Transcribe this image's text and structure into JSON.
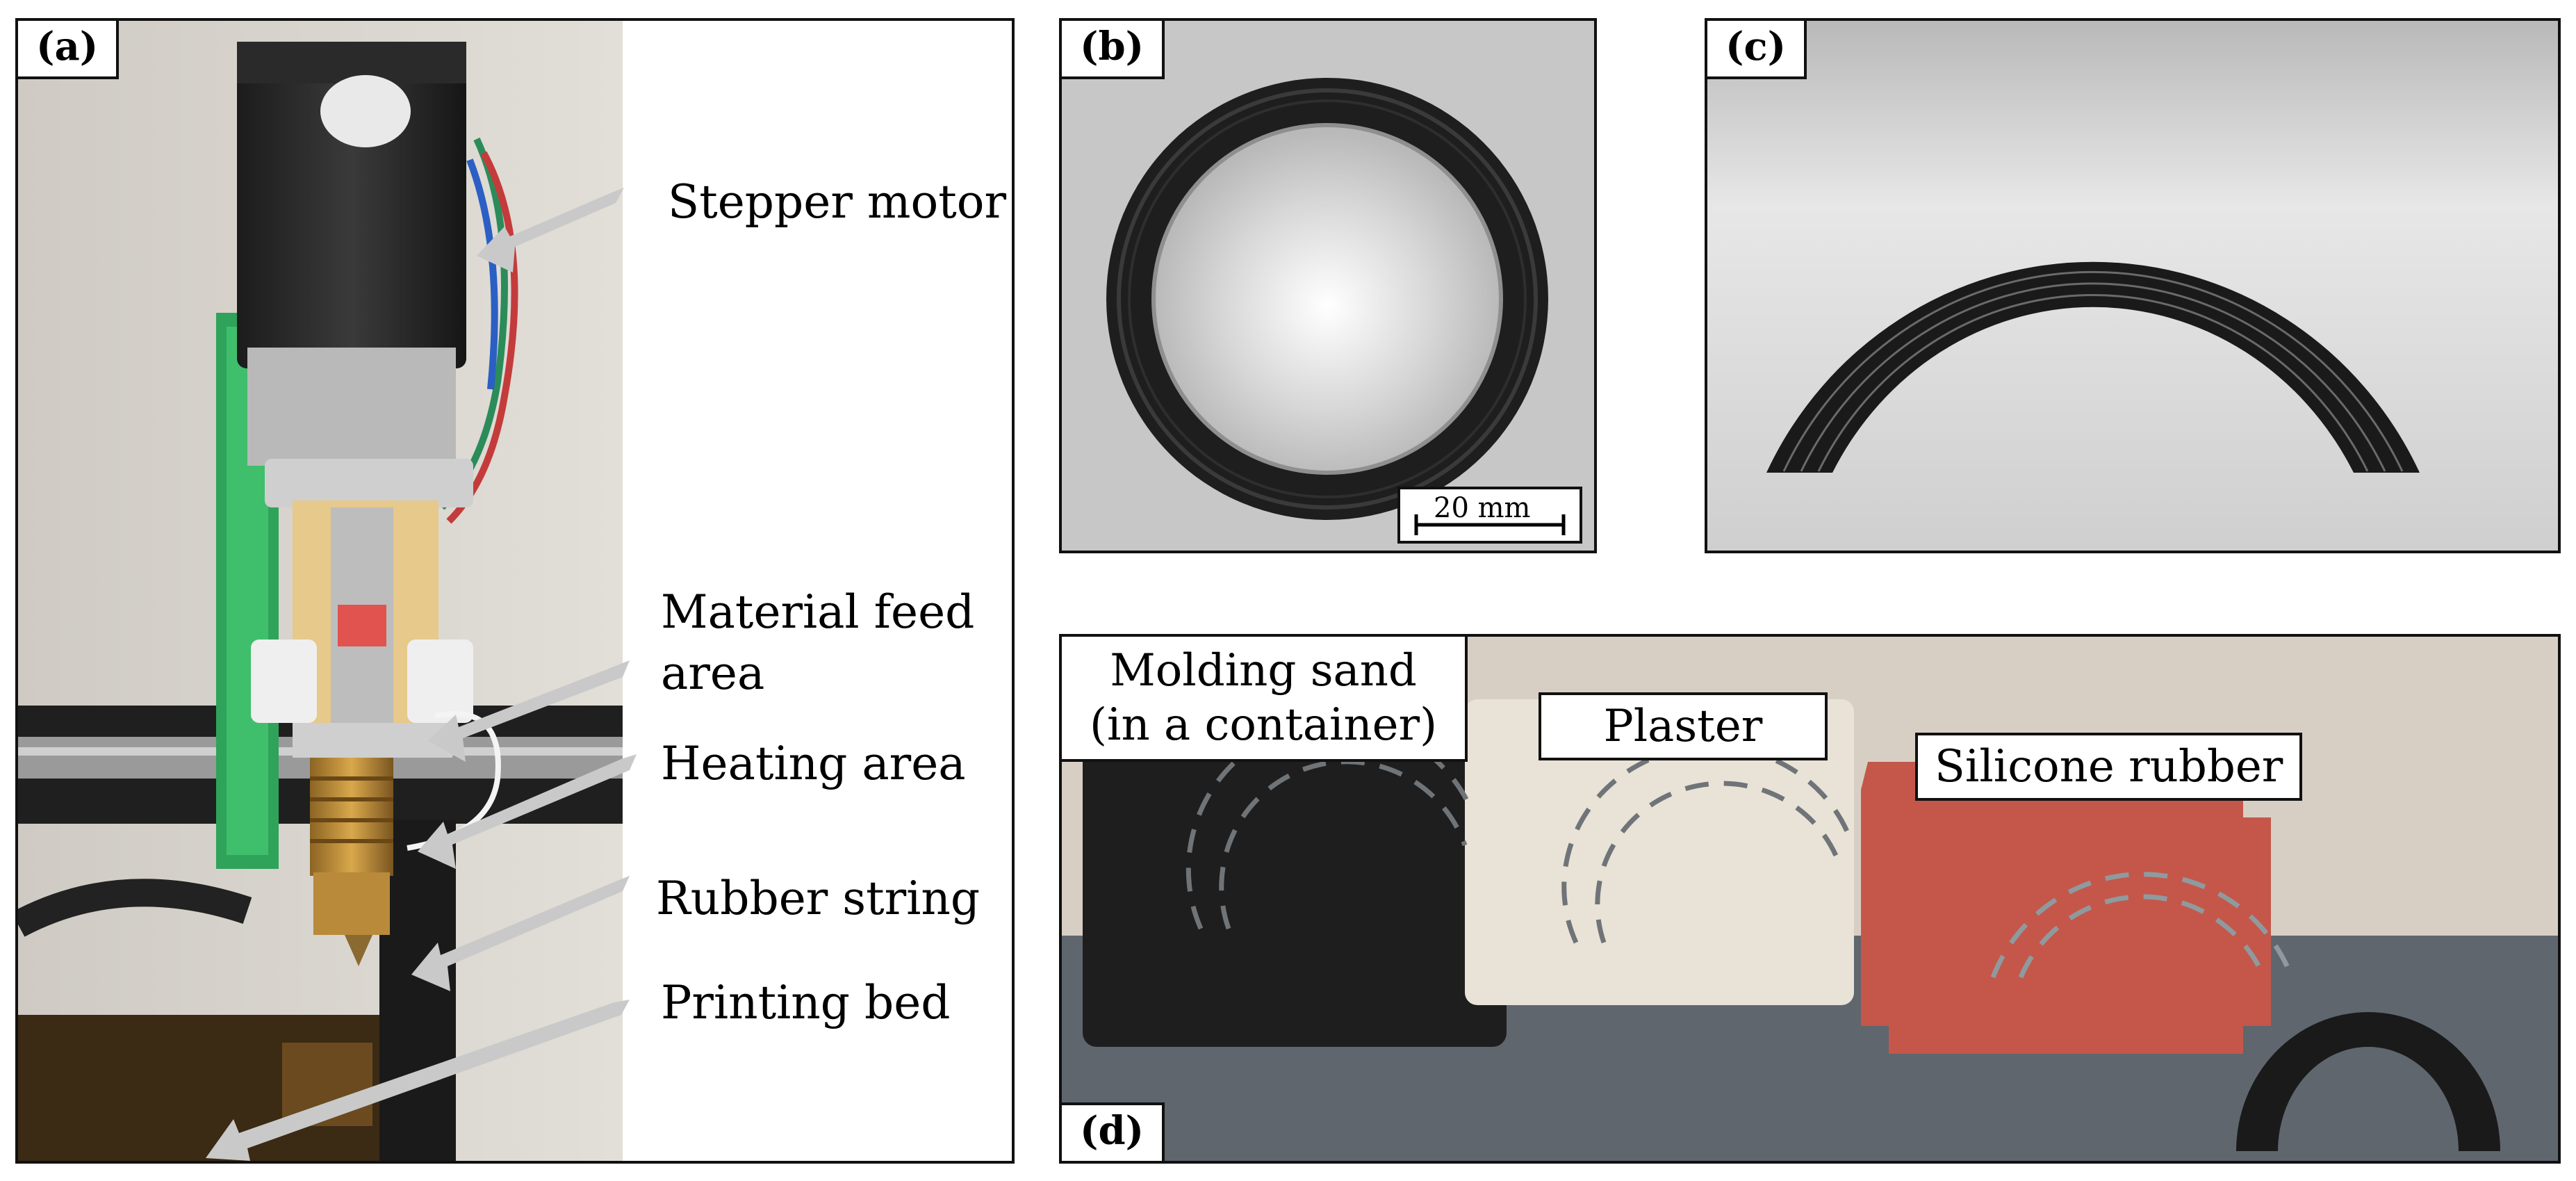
{
  "panels": {
    "a": {
      "tag": "(a)",
      "labels": {
        "stepper_motor": "Stepper motor",
        "material_feed_line1": "Material feed",
        "material_feed_line2": "area",
        "heating_area": "Heating area",
        "rubber_string": "Rubber string",
        "printing_bed": "Printing bed"
      }
    },
    "b": {
      "tag": "(b)",
      "scale_bar": "20 mm"
    },
    "c": {
      "tag": "(c)"
    },
    "d": {
      "tag": "(d)",
      "labels": {
        "molding_sand_line1": "Molding sand",
        "molding_sand_line2": "(in a container)",
        "plaster": "Plaster",
        "silicone_rubber": "Silicone rubber"
      }
    }
  },
  "colors": {
    "frame": "#111111",
    "arrow": "#c9c9c9",
    "print_black": "#1a1a1a",
    "green_mount": "#2fa35a",
    "brass": "#c9973d",
    "silicone": "#c4574a",
    "plaster": "#e9e2d6",
    "dashed_arc": "#6f7478"
  }
}
